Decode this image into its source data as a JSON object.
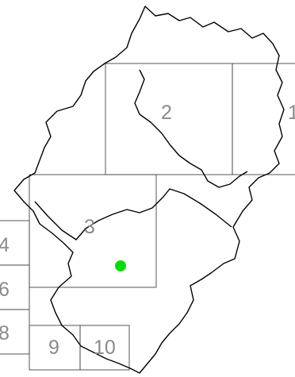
{
  "grid_labels": [
    "1",
    "2",
    "3",
    "4",
    "6",
    "8",
    "9",
    "10"
  ],
  "marker": {
    "color": "#00e000"
  },
  "colors": {
    "boundary": "#000000",
    "grid_line": "#444444",
    "label": "#8a8a8a",
    "background": "#ffffff"
  }
}
